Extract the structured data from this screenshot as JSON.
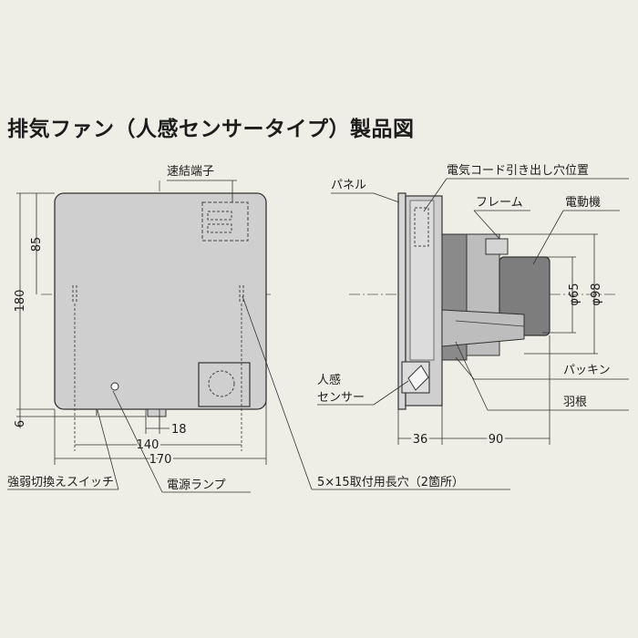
{
  "title": "排気ファン（人感センサータイプ）製品図",
  "front_view": {
    "labels": {
      "connection_terminal": "速結端子",
      "switch": "強弱切換えスイッチ",
      "power_lamp": "電源ランプ",
      "mounting_holes": "5×15取付用長穴（2箇所）"
    },
    "dimensions": {
      "height": "180",
      "upper": "85",
      "bottom_offset": "6",
      "lamp_offset": "18",
      "hole_pitch": "140",
      "width": "170"
    }
  },
  "side_view": {
    "labels": {
      "panel": "パネル",
      "cord_outlet": "電気コード引き出し穴位置",
      "frame": "フレーム",
      "motor": "電動機",
      "sensor_line1": "人感",
      "sensor_line2": "センサー",
      "packing": "パッキン",
      "blade": "羽根"
    },
    "dimensions": {
      "front_depth": "36",
      "rear_depth": "90",
      "dia_inner": "φ65",
      "dia_outer": "φ98"
    }
  },
  "colors": {
    "background": "#efeee6",
    "body_fill": "#cfcfcf",
    "line": "#333333",
    "dark_part": "#7d7d7d"
  }
}
